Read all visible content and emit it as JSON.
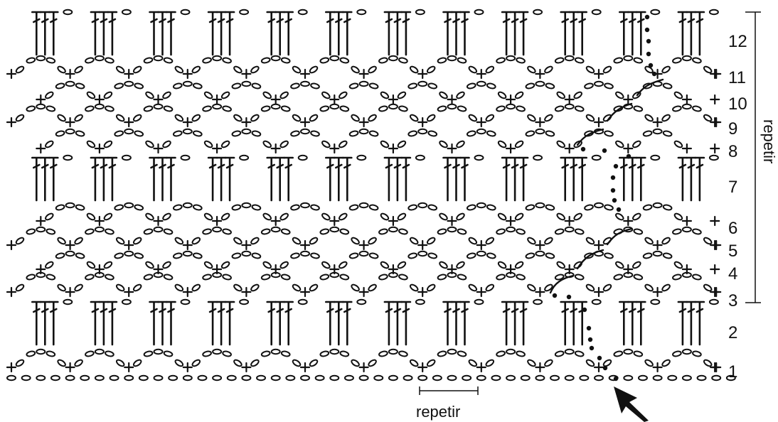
{
  "diagram": {
    "row_numbers": [
      "1",
      "2",
      "3",
      "4",
      "5",
      "6",
      "7",
      "8",
      "9",
      "10",
      "11",
      "12"
    ],
    "repeat_label_vertical": "repetir",
    "repeat_label_horizontal": "repetir",
    "symbols": {
      "chain": "chain-stitch-oval",
      "single": "single-crochet-plus",
      "double": "double-crochet-t",
      "slip": "slip-stitch-dot"
    },
    "colors": {
      "ink": "#111111",
      "background": "#ffffff"
    }
  }
}
